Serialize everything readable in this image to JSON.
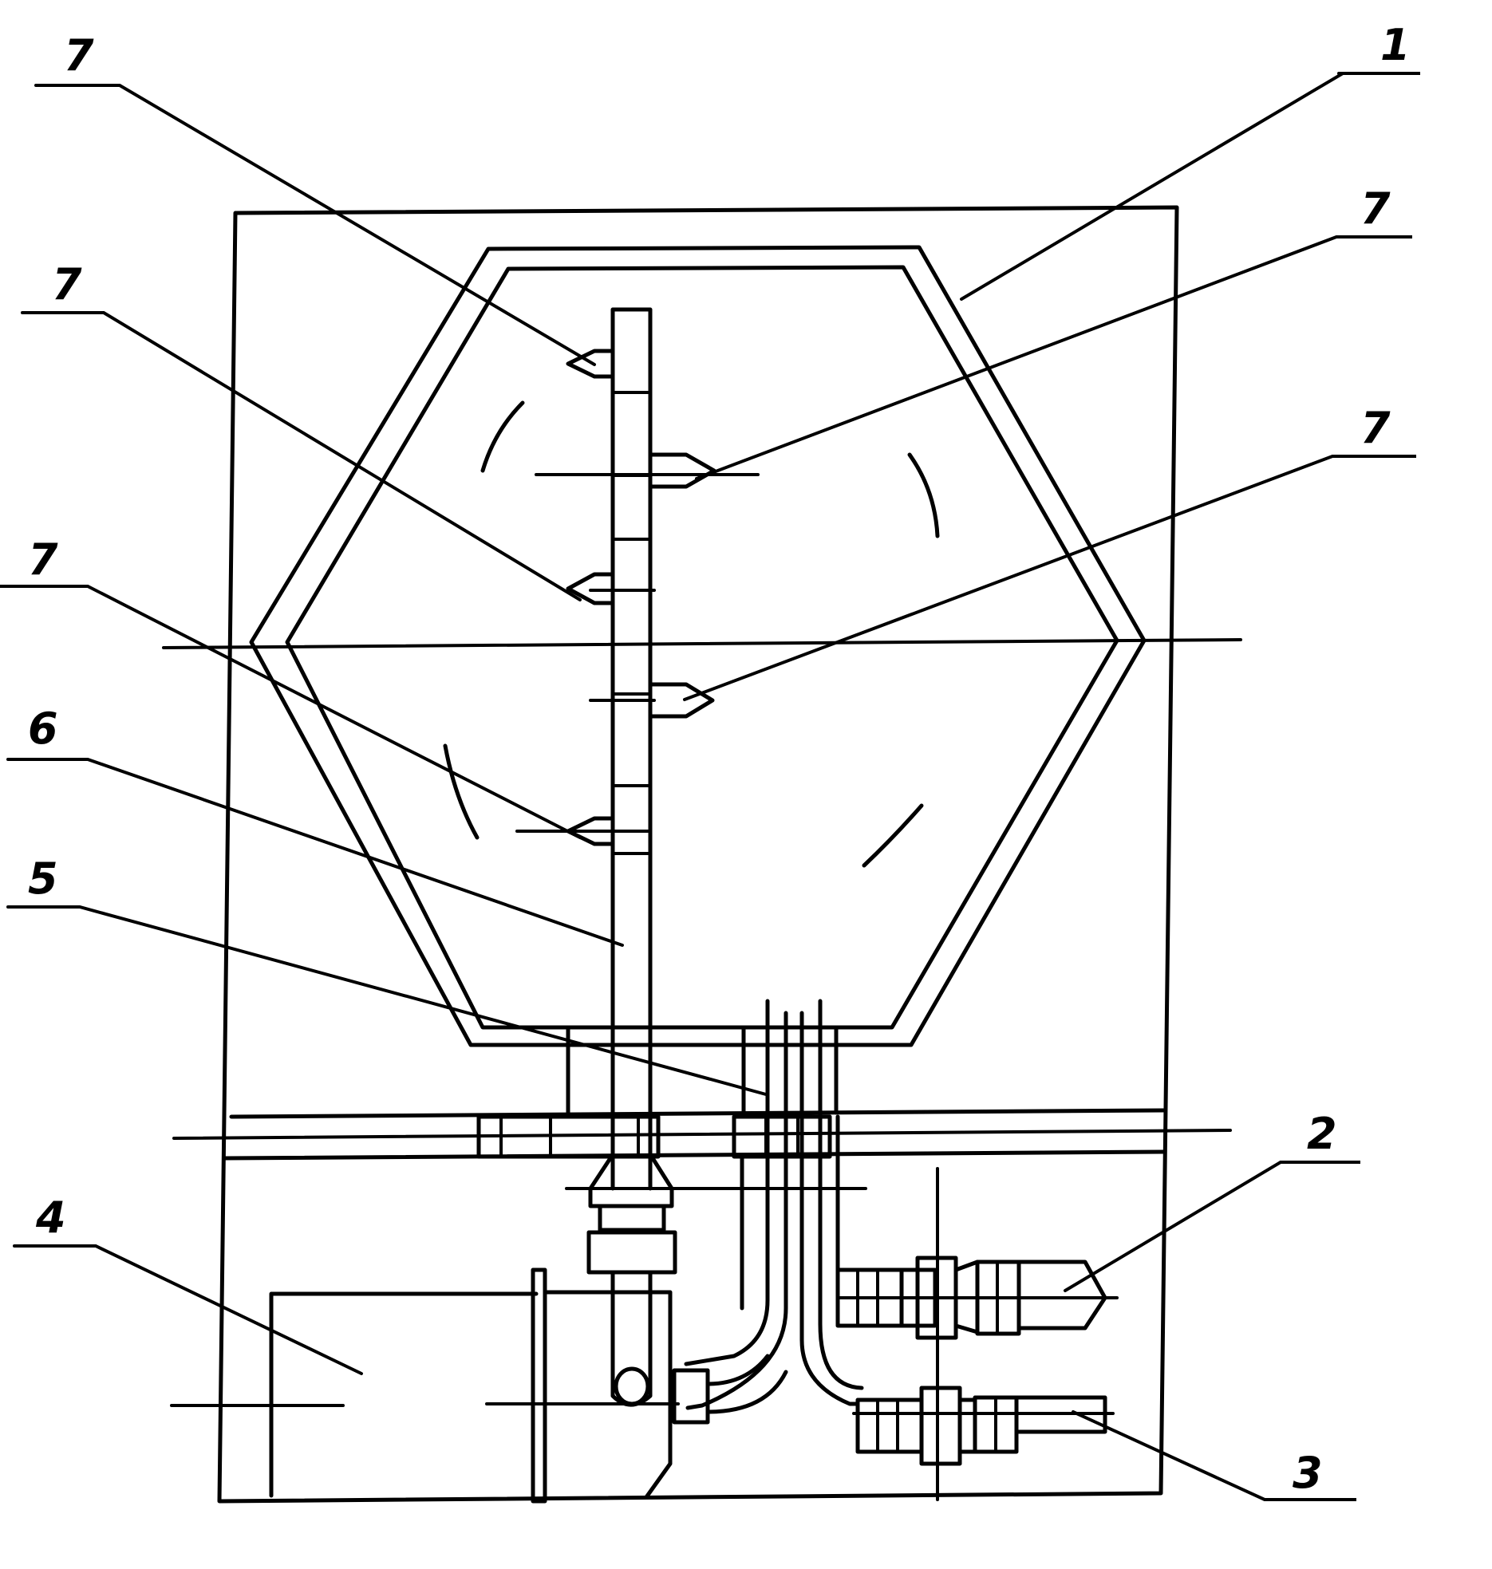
{
  "labels": [
    {
      "text": "7",
      "name": "callout-7-top-left"
    },
    {
      "text": "7",
      "name": "callout-7-left-upper"
    },
    {
      "text": "7",
      "name": "callout-7-left-middle"
    },
    {
      "text": "7",
      "name": "callout-7-right-upper"
    },
    {
      "text": "7",
      "name": "callout-7-right-middle"
    },
    {
      "text": "1",
      "name": "callout-1-housing"
    },
    {
      "text": "6",
      "name": "callout-6-shaft"
    },
    {
      "text": "5",
      "name": "callout-5-pipes"
    },
    {
      "text": "4",
      "name": "callout-4-motor"
    },
    {
      "text": "2",
      "name": "callout-2-valve"
    },
    {
      "text": "3",
      "name": "callout-3-valve"
    }
  ]
}
